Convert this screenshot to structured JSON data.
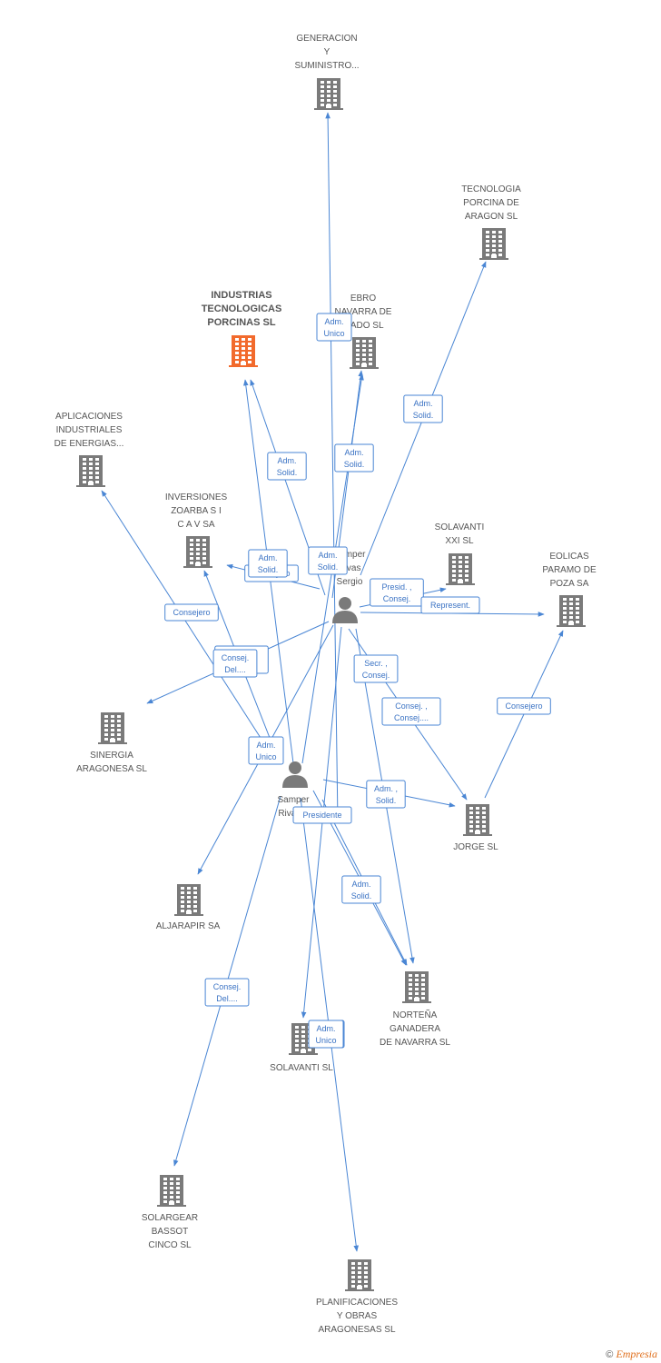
{
  "accent_color": "#4a86d4",
  "focus_color": "#f26a2c",
  "node_color": "#7a7a7a",
  "footer": {
    "copyright": "©",
    "brand": "Empresia"
  },
  "nodes": [
    {
      "id": "generacion",
      "kind": "company",
      "lines": [
        "GENERACION",
        "Y",
        "SUMINISTRO..."
      ]
    },
    {
      "id": "tecnologia",
      "kind": "company",
      "lines": [
        "TECNOLOGIA",
        "PORCINA DE",
        "ARAGON SL"
      ]
    },
    {
      "id": "industrias",
      "kind": "focus",
      "lines": [
        "INDUSTRIAS",
        "TECNOLOGICAS",
        "PORCINAS SL"
      ]
    },
    {
      "id": "ebro",
      "kind": "company",
      "lines": [
        "EBRO",
        "NAVARRA DE",
        "...ADO SL"
      ]
    },
    {
      "id": "aplicaciones",
      "kind": "company",
      "lines": [
        "APLICACIONES",
        "INDUSTRIALES",
        "DE ENERGIAS..."
      ]
    },
    {
      "id": "inversiones",
      "kind": "company",
      "lines": [
        "INVERSIONES",
        "ZOARBA S I",
        "C A V SA"
      ]
    },
    {
      "id": "solavanti_xxi",
      "kind": "company",
      "lines": [
        "SOLAVANTI",
        "XXI SL"
      ]
    },
    {
      "id": "eolicas",
      "kind": "company",
      "lines": [
        "EOLICAS",
        "PARAMO DE",
        "POZA SA"
      ]
    },
    {
      "id": "sergio",
      "kind": "person",
      "lines": [
        "Samper",
        "Rivas",
        "Sergio"
      ]
    },
    {
      "id": "sinergia",
      "kind": "company",
      "lines": [
        "SINERGIA",
        "ARAGONESA SL"
      ]
    },
    {
      "id": "samper",
      "kind": "person",
      "lines": [
        "Samper",
        "Rivas..."
      ]
    },
    {
      "id": "jorge",
      "kind": "company",
      "lines": [
        "JORGE SL"
      ]
    },
    {
      "id": "aljarapir",
      "kind": "company",
      "lines": [
        "ALJARAPIR SA"
      ]
    },
    {
      "id": "nortena",
      "kind": "company",
      "lines": [
        "NORTEÑA",
        "GANADERA",
        "DE NAVARRA SL"
      ]
    },
    {
      "id": "solavanti",
      "kind": "company",
      "lines": [
        "SOLAVANTI SL"
      ]
    },
    {
      "id": "solargear",
      "kind": "company",
      "lines": [
        "SOLARGEAR",
        "BASSOT",
        "CINCO SL"
      ]
    },
    {
      "id": "planificaciones",
      "kind": "company",
      "lines": [
        "PLANIFICACIONES",
        "Y OBRAS",
        "ARAGONESAS SL"
      ]
    }
  ],
  "edges": [
    {
      "from": "samper",
      "to": "generacion",
      "lines": [
        "Adm.",
        "Unico"
      ]
    },
    {
      "from": "sergio",
      "to": "tecnologia",
      "lines": [
        "Adm.",
        "Solid."
      ]
    },
    {
      "from": "sergio",
      "to": "industrias",
      "lines": [
        "Adm.",
        "Solid."
      ]
    },
    {
      "from": "sergio",
      "to": "ebro",
      "lines": [
        "Adm.",
        "Solid."
      ]
    },
    {
      "from": "samper",
      "to": "ebro",
      "lines": [
        "Adm.",
        "Solid."
      ]
    },
    {
      "from": "sergio",
      "to": "inversiones",
      "lines": [
        "Consejero"
      ]
    },
    {
      "from": "samper",
      "to": "industrias",
      "lines": [
        "Adm.",
        "Solid."
      ]
    },
    {
      "from": "samper",
      "to": "aplicaciones",
      "lines": [
        "Consejero"
      ]
    },
    {
      "from": "sergio",
      "to": "solavanti_xxi",
      "lines": [
        "Presid. ,",
        "Consej."
      ]
    },
    {
      "from": "sergio",
      "to": "eolicas",
      "lines": [
        "Represent."
      ]
    },
    {
      "from": "samper",
      "to": "inversiones",
      "lines": [
        "Consej. ,",
        "Del...."
      ]
    },
    {
      "from": "sergio",
      "to": "sinergia",
      "lines": [
        "Consej.",
        "Del...."
      ]
    },
    {
      "from": "sergio",
      "to": "jorge",
      "lines": [
        "Secr. ,",
        "Consej."
      ]
    },
    {
      "from": "sergio",
      "to": "nortena",
      "lines": [
        "Consej. ,",
        "Consej...."
      ]
    },
    {
      "from": "jorge",
      "to": "eolicas",
      "lines": [
        "Consejero"
      ]
    },
    {
      "from": "sergio",
      "to": "aljarapir",
      "lines": [
        "Adm.",
        "Unico"
      ]
    },
    {
      "from": "samper",
      "to": "jorge",
      "lines": [
        "Adm. ,",
        "Solid."
      ]
    },
    {
      "from": "samper",
      "to": "nortena",
      "lines": [
        "Presidente"
      ]
    },
    {
      "from": "samper",
      "to": "nortena",
      "lines": [
        "Adm.",
        "Solid."
      ]
    },
    {
      "from": "samper",
      "to": "solargear",
      "lines": [
        "Consej.",
        "Del...."
      ]
    },
    {
      "from": "sergio",
      "to": "solavanti",
      "lines": [
        "Adm.",
        "Unico"
      ]
    },
    {
      "from": "samper",
      "to": "planificaciones",
      "lines": [
        "Adm.",
        "Unico"
      ]
    }
  ]
}
